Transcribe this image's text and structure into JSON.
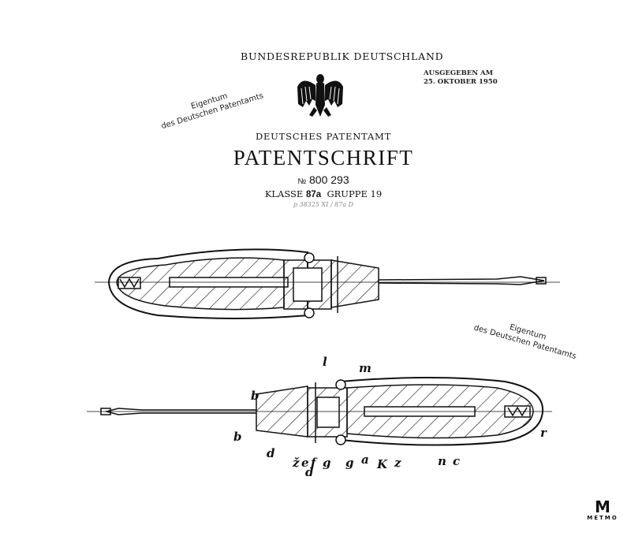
{
  "header": {
    "country": "BUNDESREPUBLIK DEUTSCHLAND",
    "issued_label": "AUSGEGEBEN AM",
    "issued_date": "25. OKTOBER 1950",
    "office": "DEUTSCHES PATENTAMT",
    "title": "PATENTSCHRIFT",
    "number_prefix": "№",
    "number": "800 293",
    "klasse_label": "KLASSE",
    "klasse_value": "87a",
    "gruppe_label": "GRUPPE",
    "gruppe_value": "19",
    "reference": "p 38325 XI / 87a D"
  },
  "stamps": [
    {
      "line1": "Eigentum",
      "line2": "des Deutschen Patentamts"
    },
    {
      "line1": "Eigentum",
      "line2": "des Deutschen Patentamts"
    }
  ],
  "figure_labels": [
    "b",
    "b",
    "d",
    "ž",
    "e",
    "f",
    "d",
    "g",
    "g",
    "a",
    "K",
    "z",
    "n",
    "c",
    "r",
    "l",
    "m"
  ],
  "logo": {
    "mark": "M",
    "word": "METMO"
  },
  "icons": {
    "emblem": "federal-eagle-icon"
  }
}
